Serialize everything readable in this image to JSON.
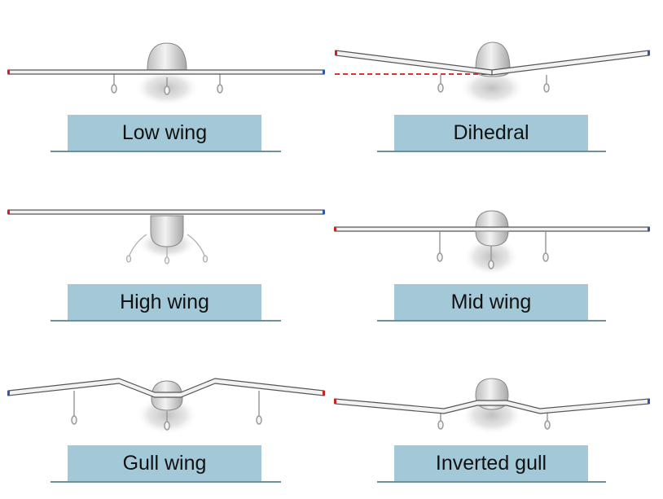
{
  "panels": [
    {
      "key": "low_wing",
      "label": "Low wing"
    },
    {
      "key": "dihedral",
      "label": "Dihedral"
    },
    {
      "key": "high_wing",
      "label": "High wing"
    },
    {
      "key": "mid_wing",
      "label": "Mid wing"
    },
    {
      "key": "gull_wing",
      "label": "Gull wing"
    },
    {
      "key": "inverted_gull",
      "label": "Inverted gull"
    }
  ],
  "colors": {
    "label_fill": "#a3c9d8",
    "ground_line": "#6f8f99",
    "wing_stroke": "#555555",
    "wing_fill": "#f2f2f2",
    "fuselage": "#d9d9d9",
    "shadow": "#c8c8c8",
    "reference_line": "#e03030",
    "wingtip_red": "#cc2222",
    "wingtip_blue": "#3355aa"
  }
}
